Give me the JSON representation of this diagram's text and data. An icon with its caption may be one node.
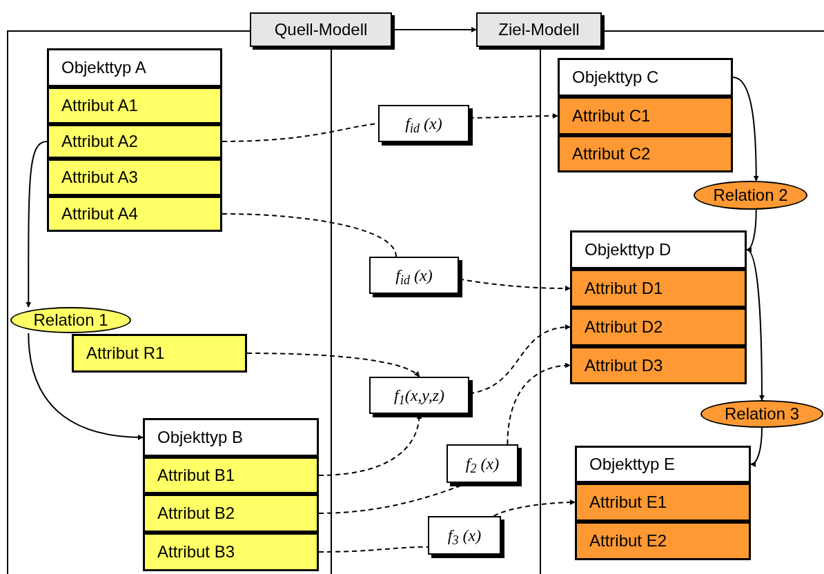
{
  "diagram": {
    "nodes": [
      {
        "text": [
          "Quell-Modell"
        ]
      },
      {
        "text": [
          "Ziel-Modell"
        ]
      },
      {
        "text": [
          "Objekttyp A"
        ]
      },
      {
        "text": [
          "Attribut A1"
        ]
      },
      {
        "text": [
          "Attribut A2"
        ]
      },
      {
        "text": [
          "Attribut A3"
        ]
      },
      {
        "text": [
          "Attribut A4"
        ]
      },
      {
        "text": [
          "Relation 1"
        ]
      },
      {
        "text": [
          "Attribut R1"
        ]
      },
      {
        "text": [
          "Objekttyp B"
        ]
      },
      {
        "text": [
          "Attribut B1"
        ]
      },
      {
        "text": [
          "Attribut B2"
        ]
      },
      {
        "text": [
          "Attribut B3"
        ]
      },
      {
        "text": [
          "f$_{id}$ (x)"
        ]
      },
      {
        "text": [
          "f$_{id}$ (x)"
        ]
      },
      {
        "text": [
          "f$_{1}$(x,y,z)"
        ]
      },
      {
        "text": [
          "f$_{2}$ (x)"
        ]
      },
      {
        "text": [
          "f$_{3}$ (x)"
        ]
      },
      {
        "text": [
          "Objekttyp C"
        ]
      },
      {
        "text": [
          "Attribut C1"
        ]
      },
      {
        "text": [
          "Attribut C2"
        ]
      },
      {
        "text": [
          "Relation 2"
        ]
      },
      {
        "text": [
          "Objekttyp D"
        ]
      },
      {
        "text": [
          "Attribut D1"
        ]
      },
      {
        "text": [
          "Attribut D2"
        ]
      },
      {
        "text": [
          "Attribut D3"
        ]
      },
      {
        "text": [
          "Relation 3"
        ]
      },
      {
        "text": [
          "Objekttyp E"
        ]
      },
      {
        "text": [
          "Attribut E1"
        ]
      },
      {
        "text": [
          "Attribut E2"
        ]
      }
    ],
    "edges": [
      {
        "from": 0,
        "to": 1,
        "arrow": "to"
      },
      {
        "from": 4,
        "to": 7,
        "arrow": "to"
      },
      {
        "from": 7,
        "to": 9,
        "arrow": "to"
      },
      {
        "from": 4,
        "to": 13,
        "arrow": "none",
        "style": "dashed"
      },
      {
        "from": 13,
        "to": 19,
        "arrow": "to",
        "style": "dashed"
      },
      {
        "from": 6,
        "to": 14,
        "arrow": "none",
        "style": "dashed"
      },
      {
        "from": 14,
        "to": 23,
        "arrow": "to",
        "style": "dashed"
      },
      {
        "from": 8,
        "to": 15,
        "arrow": "to",
        "style": "dashed"
      },
      {
        "from": 10,
        "to": 15,
        "arrow": "to",
        "style": "dashed"
      },
      {
        "from": 15,
        "to": 24,
        "arrow": "to",
        "style": "dashed"
      },
      {
        "from": 16,
        "to": 25,
        "arrow": "to",
        "style": "dashed"
      },
      {
        "from": 11,
        "to": 16,
        "arrow": "none",
        "style": "dashed"
      },
      {
        "from": 12,
        "to": 17,
        "arrow": "none",
        "style": "dashed"
      },
      {
        "from": 17,
        "to": 28,
        "arrow": "to",
        "style": "dashed"
      },
      {
        "from": 18,
        "to": 21,
        "arrow": "to"
      },
      {
        "from": 21,
        "to": 22,
        "arrow": "to"
      },
      {
        "from": 22,
        "to": 26,
        "arrow": "to"
      },
      {
        "from": 26,
        "to": 27,
        "arrow": "to"
      }
    ]
  }
}
